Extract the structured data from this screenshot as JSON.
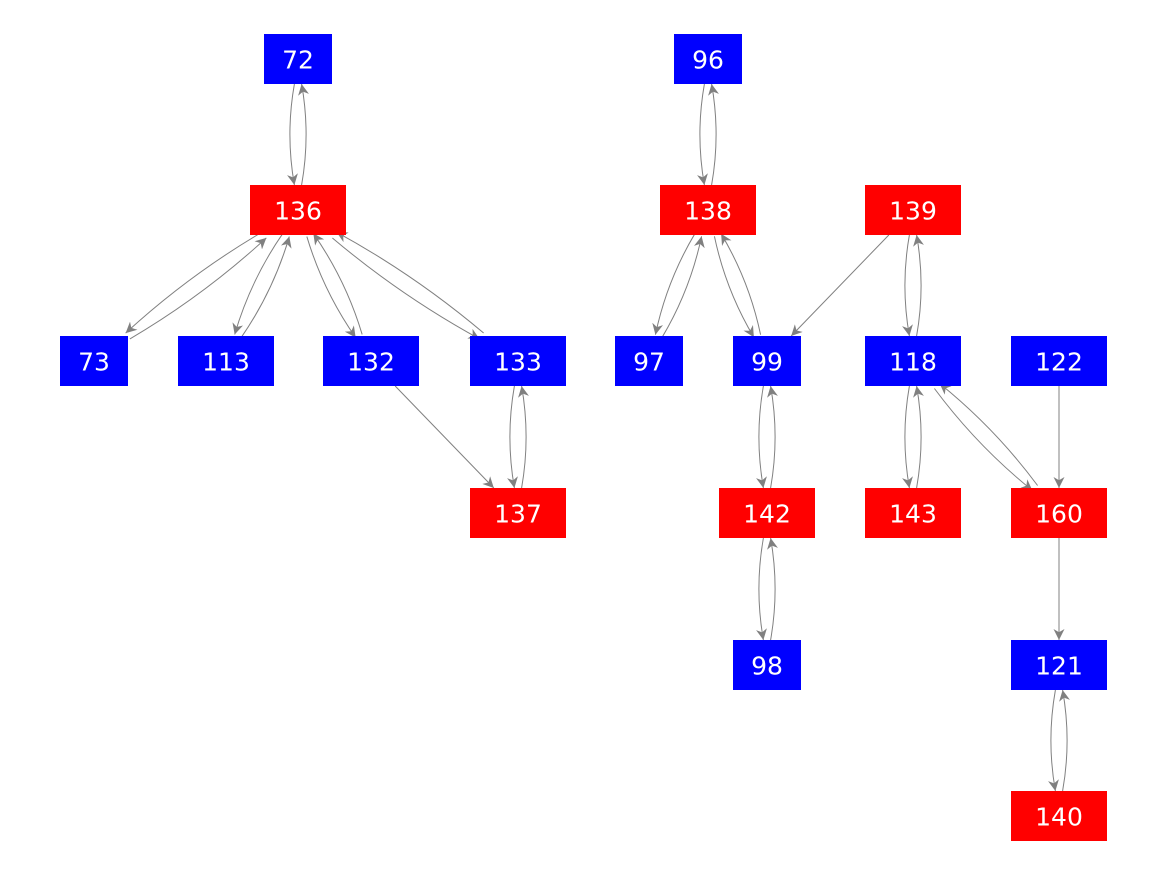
{
  "colors": {
    "blue": "#0000ff",
    "red": "#ff0000",
    "edge": "#808080"
  },
  "nodes": [
    {
      "id": "72",
      "color": "blue"
    },
    {
      "id": "136",
      "color": "red"
    },
    {
      "id": "73",
      "color": "blue"
    },
    {
      "id": "113",
      "color": "blue"
    },
    {
      "id": "132",
      "color": "blue"
    },
    {
      "id": "133",
      "color": "blue"
    },
    {
      "id": "137",
      "color": "red"
    },
    {
      "id": "96",
      "color": "blue"
    },
    {
      "id": "138",
      "color": "red"
    },
    {
      "id": "139",
      "color": "red"
    },
    {
      "id": "97",
      "color": "blue"
    },
    {
      "id": "99",
      "color": "blue"
    },
    {
      "id": "118",
      "color": "blue"
    },
    {
      "id": "122",
      "color": "blue"
    },
    {
      "id": "142",
      "color": "red"
    },
    {
      "id": "143",
      "color": "red"
    },
    {
      "id": "160",
      "color": "red"
    },
    {
      "id": "98",
      "color": "blue"
    },
    {
      "id": "121",
      "color": "blue"
    },
    {
      "id": "140",
      "color": "red"
    }
  ],
  "edges": [
    [
      "72",
      "136"
    ],
    [
      "136",
      "72"
    ],
    [
      "136",
      "73"
    ],
    [
      "73",
      "136"
    ],
    [
      "136",
      "113"
    ],
    [
      "113",
      "136"
    ],
    [
      "136",
      "132"
    ],
    [
      "132",
      "136"
    ],
    [
      "136",
      "133"
    ],
    [
      "133",
      "136"
    ],
    [
      "132",
      "137"
    ],
    [
      "133",
      "137"
    ],
    [
      "137",
      "133"
    ],
    [
      "96",
      "138"
    ],
    [
      "138",
      "96"
    ],
    [
      "138",
      "97"
    ],
    [
      "97",
      "138"
    ],
    [
      "138",
      "99"
    ],
    [
      "99",
      "138"
    ],
    [
      "139",
      "99"
    ],
    [
      "139",
      "118"
    ],
    [
      "118",
      "139"
    ],
    [
      "99",
      "142"
    ],
    [
      "142",
      "99"
    ],
    [
      "142",
      "98"
    ],
    [
      "98",
      "142"
    ],
    [
      "118",
      "143"
    ],
    [
      "143",
      "118"
    ],
    [
      "118",
      "160"
    ],
    [
      "160",
      "118"
    ],
    [
      "122",
      "160"
    ],
    [
      "160",
      "121"
    ],
    [
      "121",
      "140"
    ],
    [
      "140",
      "121"
    ]
  ]
}
